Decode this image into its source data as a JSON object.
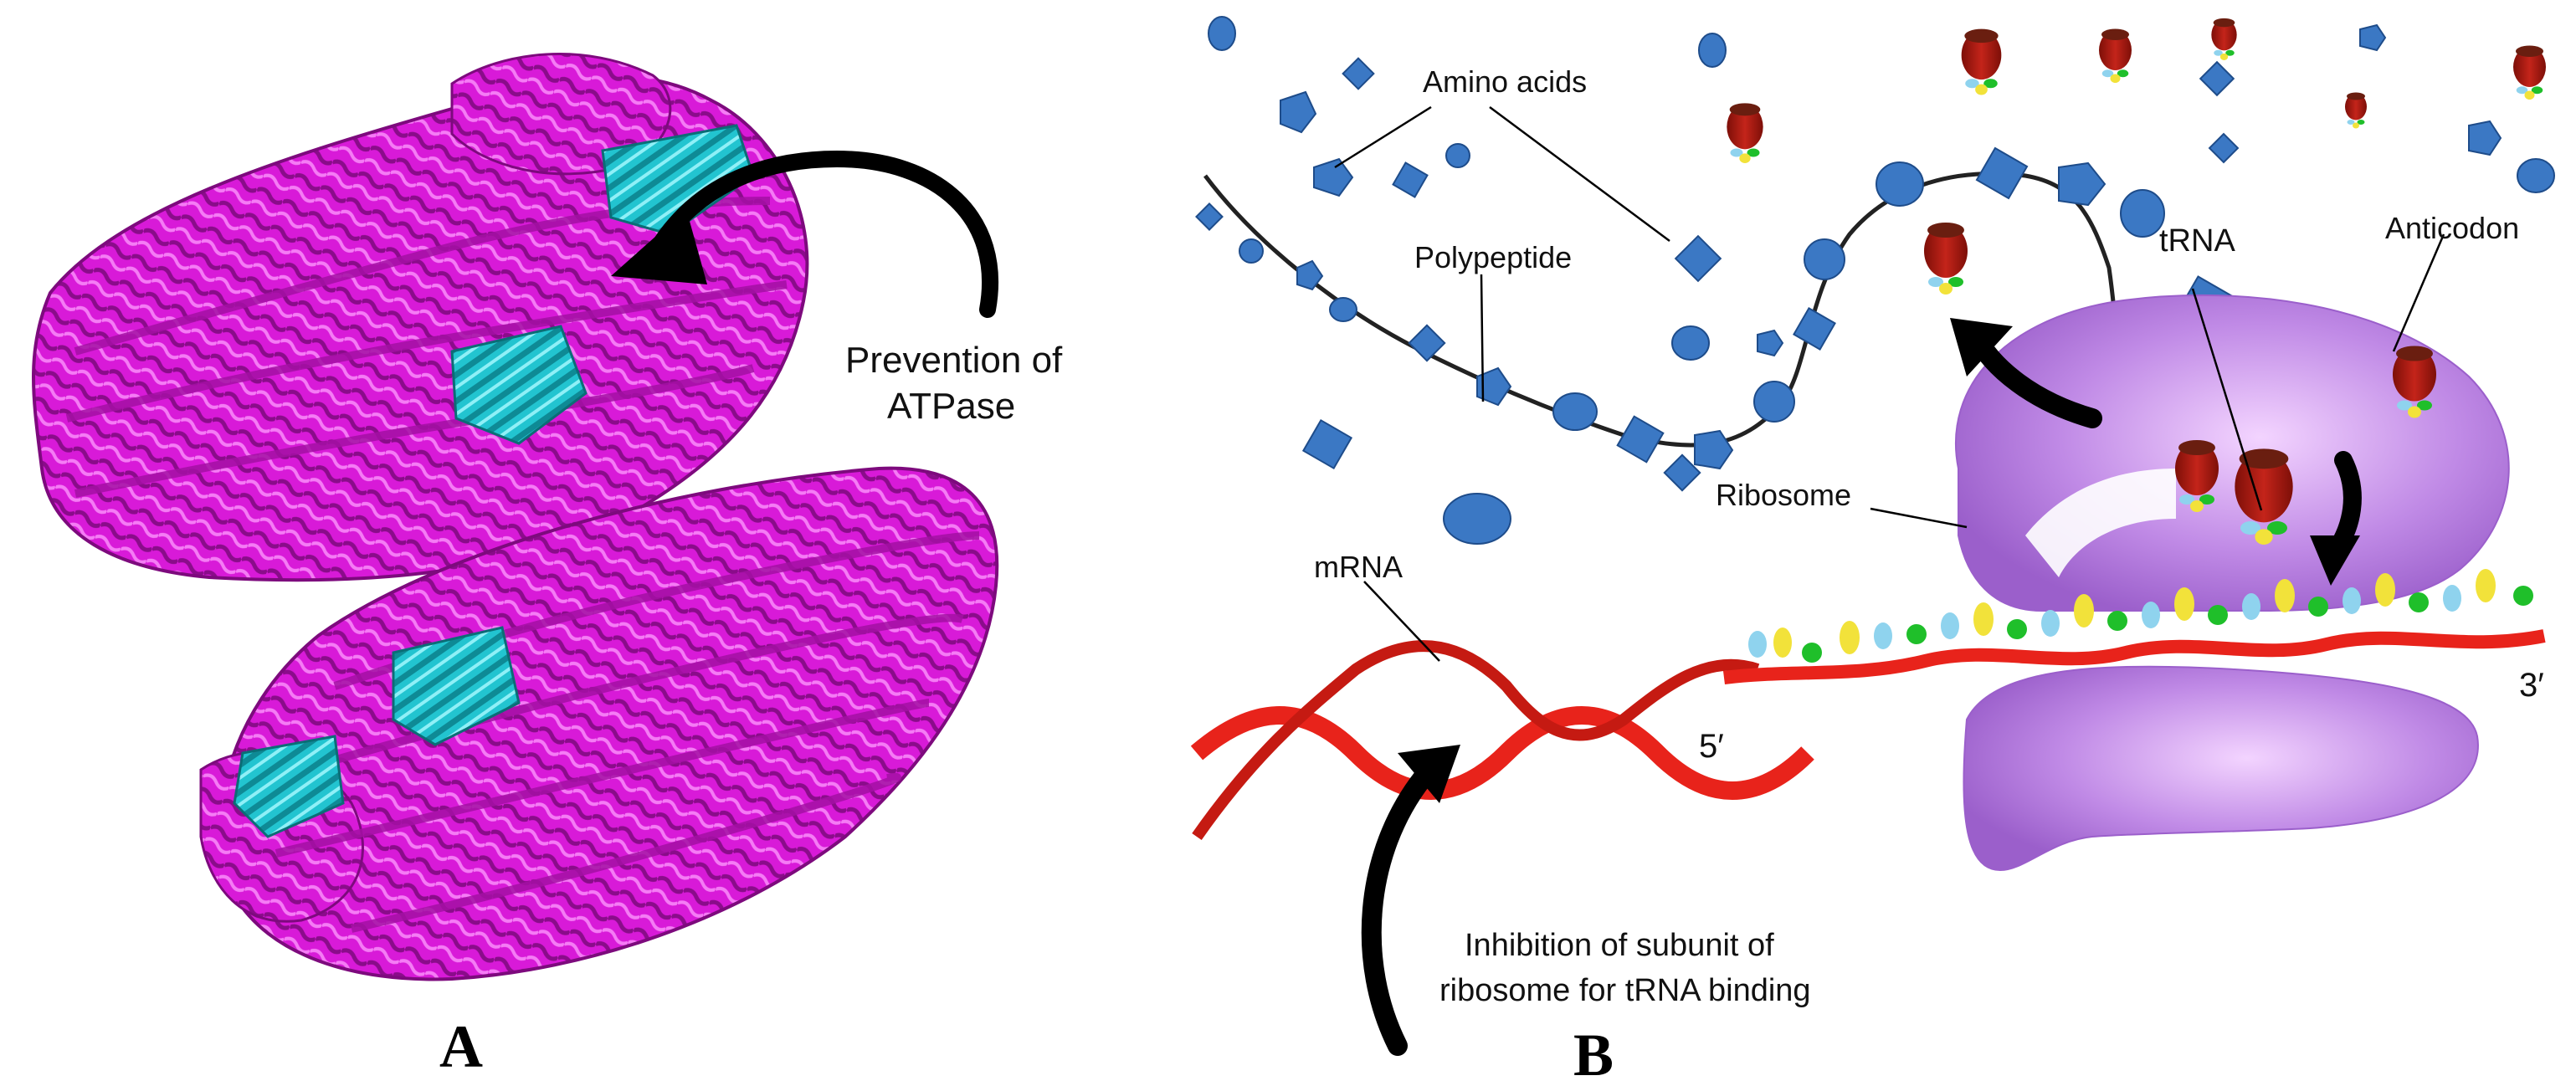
{
  "panel_a": {
    "letter": "A",
    "annotation_line1": "Prevention of",
    "annotation_line2": "ATPase",
    "colors": {
      "alpha_helix": "#d81ad8",
      "beta_sheet": "#22c4d0"
    }
  },
  "panel_b": {
    "letter": "B",
    "labels": {
      "amino_acids": "Amino acids",
      "polypeptide": "Polypeptide",
      "trna": "tRNA",
      "anticodon": "Anticodon",
      "ribosome": "Ribosome",
      "mrna": "mRNA",
      "five_prime": "5′",
      "three_prime": "3′",
      "inhibition_line1": "Inhibition of subunit of",
      "inhibition_line2": "ribosome for tRNA binding"
    },
    "colors": {
      "amino_acid": "#3b78c4",
      "ribosome": "#b070e0",
      "mrna": "#e8231b",
      "trna_body": "#b01c12",
      "codon_yellow": "#f2e23a",
      "codon_cyan": "#8fd3ee",
      "codon_green": "#1fbf2a"
    }
  }
}
